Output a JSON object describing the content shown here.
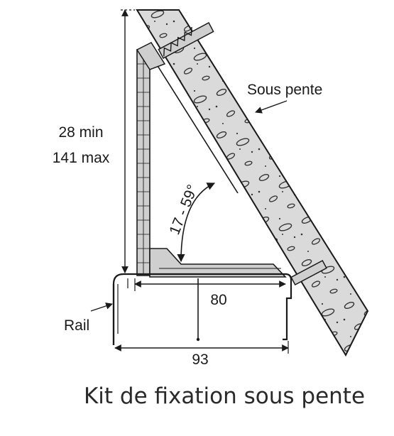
{
  "diagram": {
    "caption": "Kit de fixation sous pente",
    "labels": {
      "height_min": "28 min",
      "height_max": "141 max",
      "slope_surface": "Sous pente",
      "angle_range": "17 - 59°",
      "rail": "Rail",
      "inner_width": "80",
      "outer_width": "93"
    },
    "colors": {
      "line": "#1a1a1a",
      "slab_fill": "#d9d9d9",
      "metal_fill": "#cfcfcf"
    }
  }
}
